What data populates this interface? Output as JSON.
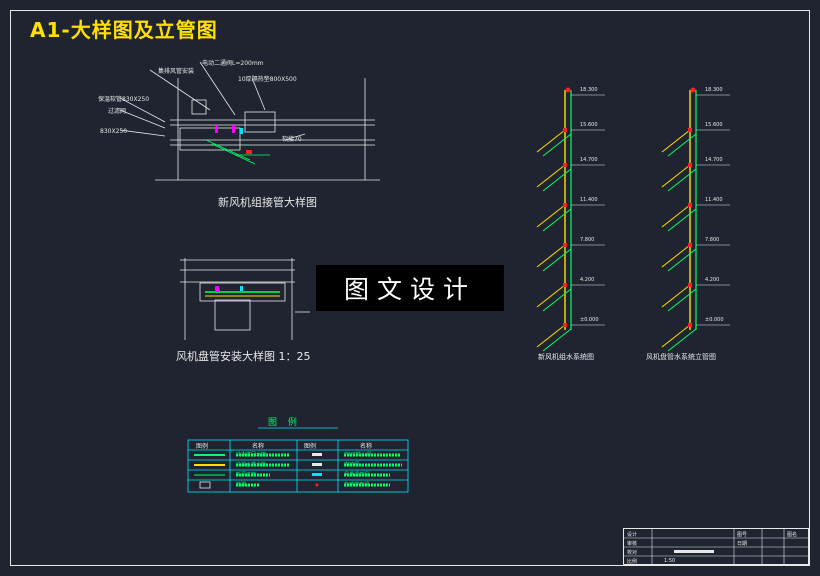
{
  "sheet": {
    "title": "A1-大样图及立管图"
  },
  "detail_top": {
    "caption": "新风机组接管大样图",
    "labels": [
      "电动二通阀L=200mm",
      "集排风管安装",
      "10厚隔热垫800X500",
      "保温软管830X250",
      "830X250",
      "过滤网",
      "软接70"
    ]
  },
  "detail_bottom": {
    "caption": "风机盘管安装大样图 1：25"
  },
  "riser_left": {
    "caption": "新风机组水系统图",
    "levels": [
      "18.300",
      "15.600",
      "14.700",
      "11.400",
      "7.800",
      "4.200",
      "±0.000"
    ]
  },
  "riser_right": {
    "caption": "风机盘管水系统立管图",
    "levels": [
      "18.300",
      "15.600",
      "14.700",
      "11.400",
      "7.800",
      "4.200",
      "±0.000"
    ]
  },
  "watermark": "图文设计",
  "legend": {
    "title": "图 例",
    "headers": [
      "图例",
      "名称",
      "图例",
      "名称"
    ],
    "rows": [
      {
        "sym_color": "#00ff66",
        "name": "冷冻供回水管",
        "name2": "70℃防火阀"
      },
      {
        "sym_color": "#ffe000",
        "name": "冷凝水排水管",
        "name2": "电动阀"
      },
      {
        "sym_color": "#00ff66",
        "name": "新风立管",
        "name2": "风量调节阀"
      },
      {
        "sym_color": "#e8e8e8",
        "name": "地漏",
        "name2": "自动排气阀"
      }
    ]
  },
  "title_block": {
    "rows": [
      "设计",
      "审核",
      "校对",
      "比例"
    ],
    "cols": [
      "图号",
      "日期",
      "图名"
    ],
    "scale": "1:50"
  },
  "colors": {
    "yellow": "#ffe000",
    "green": "#00ff66",
    "red": "#ff2020",
    "magenta": "#ff00ff",
    "white": "#e8e8e8",
    "cyan": "#00e5ff"
  }
}
